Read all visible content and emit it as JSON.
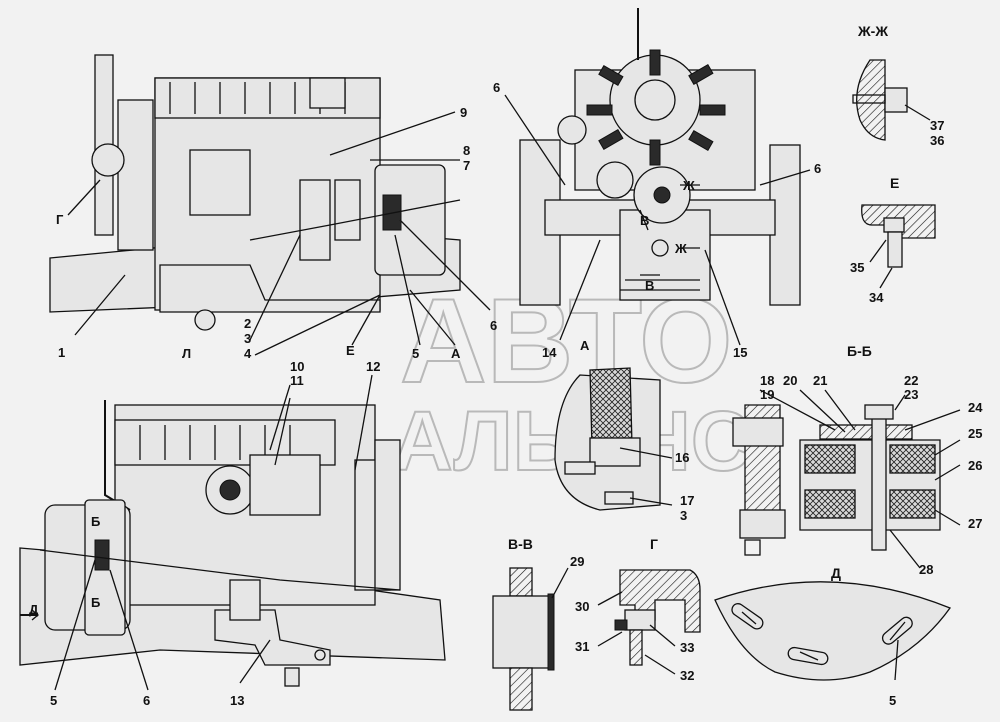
{
  "watermark": {
    "line1": "АВТО",
    "line2": "АЛЬЯНС"
  },
  "section_titles": {
    "zh_zh": "Ж-Ж",
    "e": "Е",
    "b_b": "Б-Б",
    "v_v": "В-В",
    "g": "Г",
    "d": "Д"
  },
  "view_markers": {
    "g": "Г",
    "l": "Л",
    "e": "Е",
    "a1": "А",
    "a2": "А",
    "zh1": "Ж",
    "zh2": "Ж",
    "v1": "В",
    "v2": "В",
    "b1": "Б",
    "b2": "Б",
    "d": "Д"
  },
  "callouts": {
    "n1": "1",
    "n2": "2",
    "n3": "3",
    "n4": "4",
    "n5a": "5",
    "n5b": "5",
    "n5c": "5",
    "n6a": "6",
    "n6b": "6",
    "n6c": "6",
    "n6d": "6",
    "n7": "7",
    "n8": "8",
    "n9": "9",
    "n10": "10",
    "n11": "11",
    "n12": "12",
    "n13": "13",
    "n14": "14",
    "n15": "15",
    "n16": "16",
    "n17": "17",
    "n3b": "3",
    "n18": "18",
    "n19": "19",
    "n20": "20",
    "n21": "21",
    "n22": "22",
    "n23": "23",
    "n24": "24",
    "n25": "25",
    "n26": "26",
    "n27": "27",
    "n28": "28",
    "n29": "29",
    "n30": "30",
    "n31": "31",
    "n32": "32",
    "n33": "33",
    "n34": "34",
    "n35": "35",
    "n36": "36",
    "n37": "37"
  }
}
